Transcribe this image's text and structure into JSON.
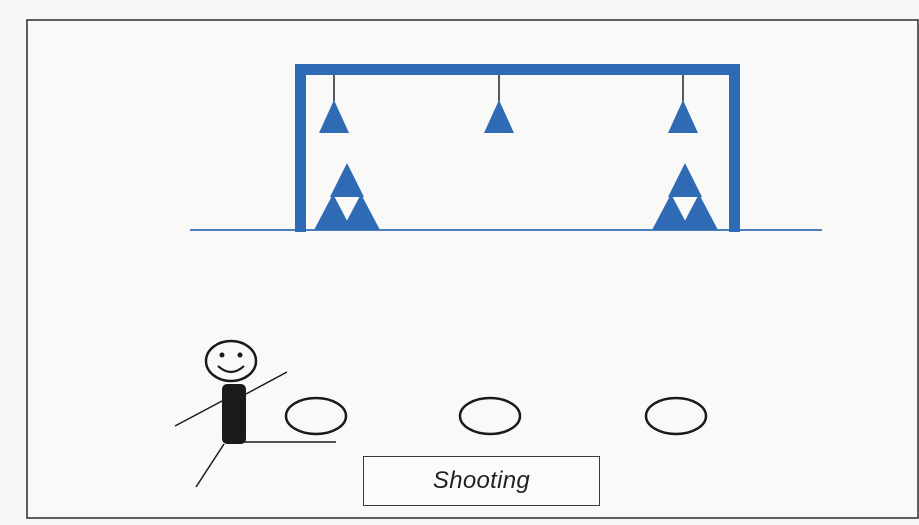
{
  "diagram": {
    "caption": "Shooting",
    "colors": {
      "goal": "#2f6bb5",
      "cone": "#2f6bb5",
      "ground_line": "#4a7fc0",
      "frame": "#2b2b2b",
      "ring": "#1a1a1a",
      "player": "#1a1a1a",
      "paper": "#f6f6f4"
    },
    "elements": {
      "goal": "soccer-goal",
      "hanging_cones_count": 3,
      "stacked_cone_groups_count": 2,
      "rings_count": 3,
      "player": "stick-figure-smiley"
    }
  }
}
